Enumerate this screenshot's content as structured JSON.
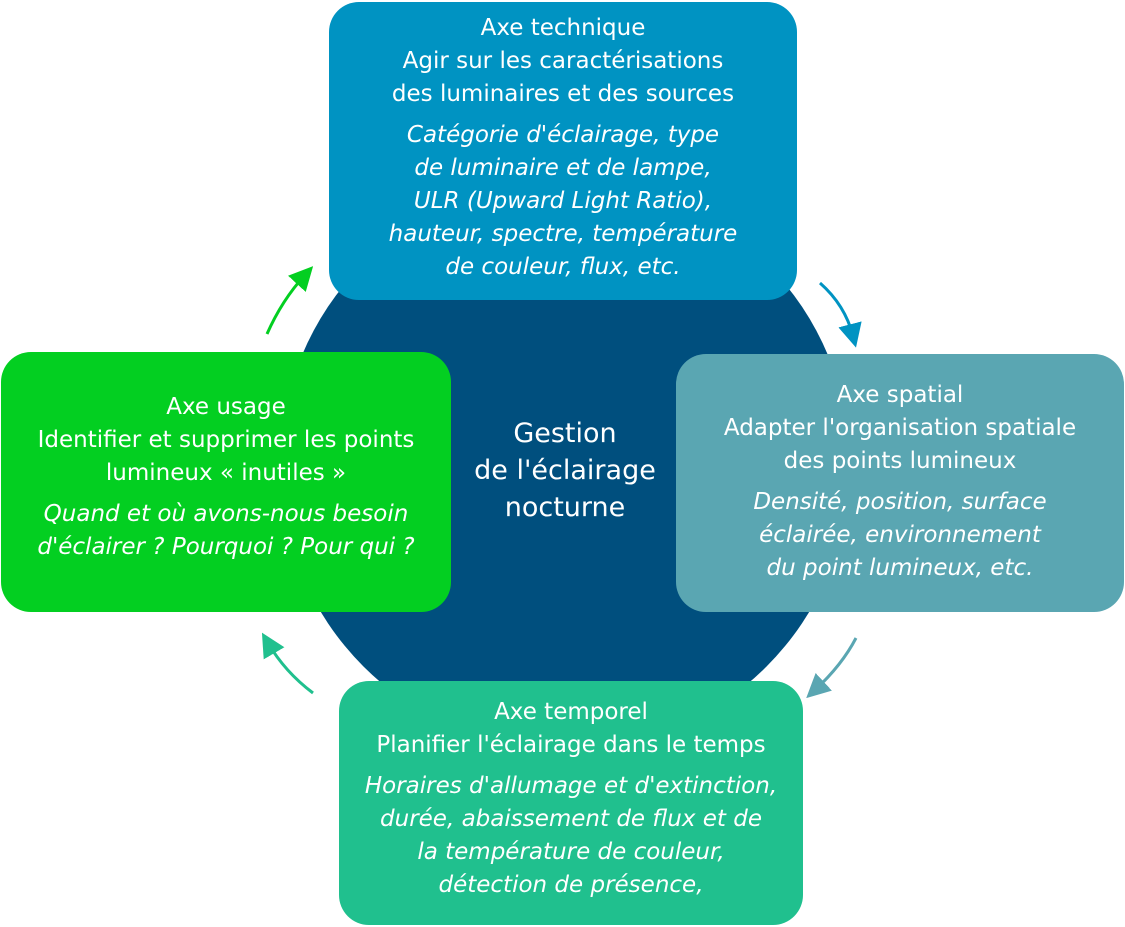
{
  "center": {
    "lines": [
      "Gestion",
      "de l'éclairage",
      "nocturne"
    ]
  },
  "technique": {
    "title": [
      "Axe technique",
      "Agir sur les caractérisations",
      "des luminaires et des sources"
    ],
    "detail": [
      "Catégorie d'éclairage, type",
      "de luminaire et de lampe,",
      "ULR (Upward Light Ratio),",
      "hauteur, spectre, température",
      "de couleur, flux, etc."
    ]
  },
  "spatial": {
    "title": [
      "Axe spatial",
      "Adapter l'organisation spatiale",
      "des points lumineux"
    ],
    "detail": [
      "Densité, position, surface",
      "éclairée, environnement",
      "du point lumineux, etc."
    ]
  },
  "usage": {
    "title": [
      "Axe usage",
      "Identifier et supprimer les points",
      "lumineux « inutiles »"
    ],
    "detail": [
      "Quand et où avons-nous besoin",
      "d'éclairer ? Pourquoi ? Pour qui ?"
    ]
  },
  "temporel": {
    "title": [
      "Axe temporel",
      "Planifier l'éclairage dans le temps"
    ],
    "detail": [
      "Horaires d'allumage et d'extinction,",
      "durée, abaissement de flux et de",
      "la température de couleur,",
      "détection de présence,"
    ]
  },
  "colors": {
    "circle": "#004f7e",
    "technique": "#0093c2",
    "spatial": "#5aa6b2",
    "usage": "#03cf21",
    "temporel": "#20c08e"
  }
}
